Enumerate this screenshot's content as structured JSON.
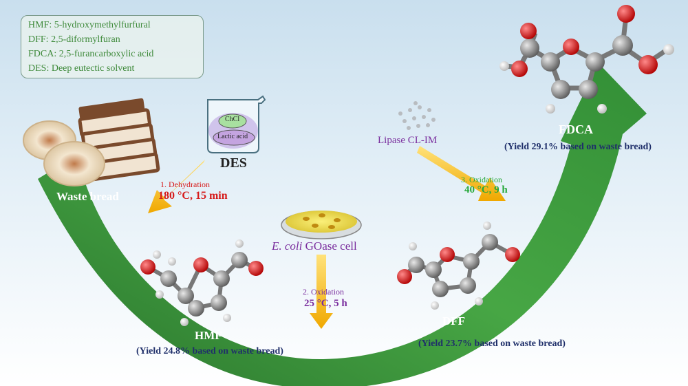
{
  "legend": [
    "HMF: 5-hydroxymethylfurfural",
    "DFF: 2,5-diformylfuran",
    "FDCA: 2,5-furancarboxylic acid",
    "DES: Deep eutectic solvent"
  ],
  "des": {
    "beaker_label_top": "ChCl",
    "beaker_label_bottom": "Lactic acid",
    "name": "DES"
  },
  "step1": {
    "label": "1. Dehydration",
    "conditions": "180 °C, 15 min"
  },
  "step2": {
    "label": "2. Oxidation",
    "conditions": "25 °C, 5 h"
  },
  "step3": {
    "label": "3. Oxidation",
    "conditions": "40 °C, 9 h"
  },
  "catalyst": {
    "italic": "E. coli",
    "rest": " GOase cell"
  },
  "lipase": "Lipase CL-IM",
  "waste": "Waste bread",
  "hmf": {
    "name": "HMF",
    "yield": "(Yield 24.8% based on waste bread)"
  },
  "dff": {
    "name": "DFF",
    "yield": "(Yield 23.7% based on waste bread)"
  },
  "fdca": {
    "name": "FDCA",
    "yield": "(Yield 29.1% based on waste bread)"
  },
  "colors": {
    "arrow_green": "#2f8a2f",
    "step1_red": "#d61a1a",
    "step2_purple": "#7a2e9e",
    "step3_green": "#26a83a",
    "yield_navy": "#1f2f6a",
    "legend_green": "#3e8a3a",
    "yellow_arrow": "#f0b400"
  }
}
